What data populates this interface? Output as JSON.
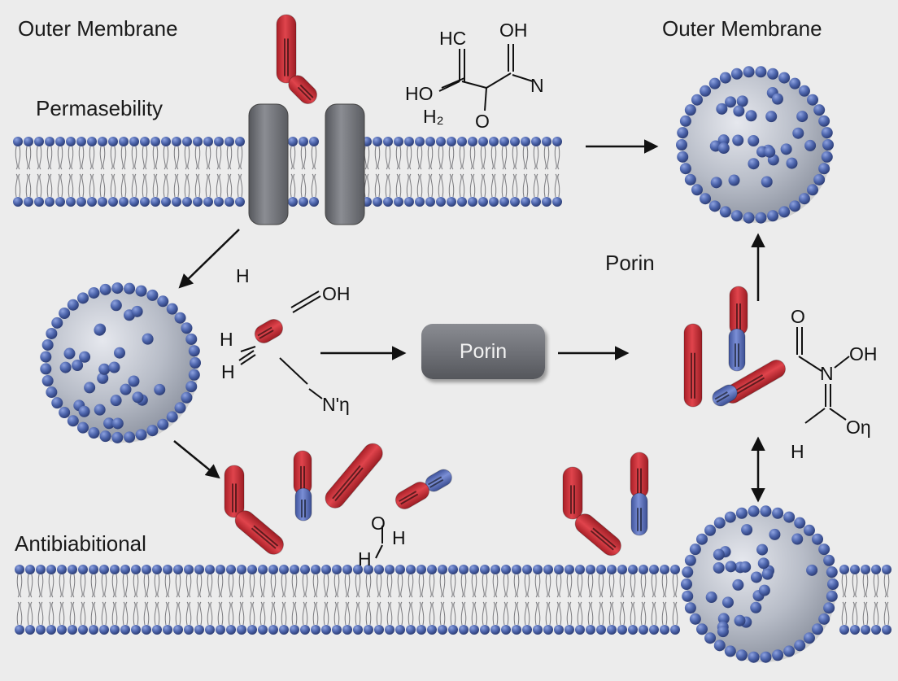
{
  "labels": {
    "outer_membrane_left": "Outer Membrane",
    "outer_membrane_right": "Outer Membrane",
    "permeability": "Permasebility",
    "porin_label": "Porin",
    "porin_box": "Porin",
    "antibiotic": "Antibiabitional"
  },
  "chem_top": {
    "hc": "HC",
    "oh": "OH",
    "ho": "HO",
    "n": "N",
    "h2": "H₂",
    "o": "O"
  },
  "chem_middle": {
    "h_top": "H",
    "oh": "OH",
    "h_left": "H",
    "h_lower": "H",
    "n": "N'η"
  },
  "chem_right": {
    "o": "O",
    "n": "N",
    "oh": "OH",
    "on": "Oη",
    "h": "H"
  },
  "chem_bottom": {
    "o": "O",
    "h1": "H",
    "h2": "H"
  },
  "colors": {
    "background": "#ececec",
    "lipid_head": "#4e66ad",
    "molecule_red": "#cc2e36",
    "molecule_blue": "#5d72bd",
    "channel_gray": "#6f7177",
    "cell_body": "#b9bec8"
  }
}
